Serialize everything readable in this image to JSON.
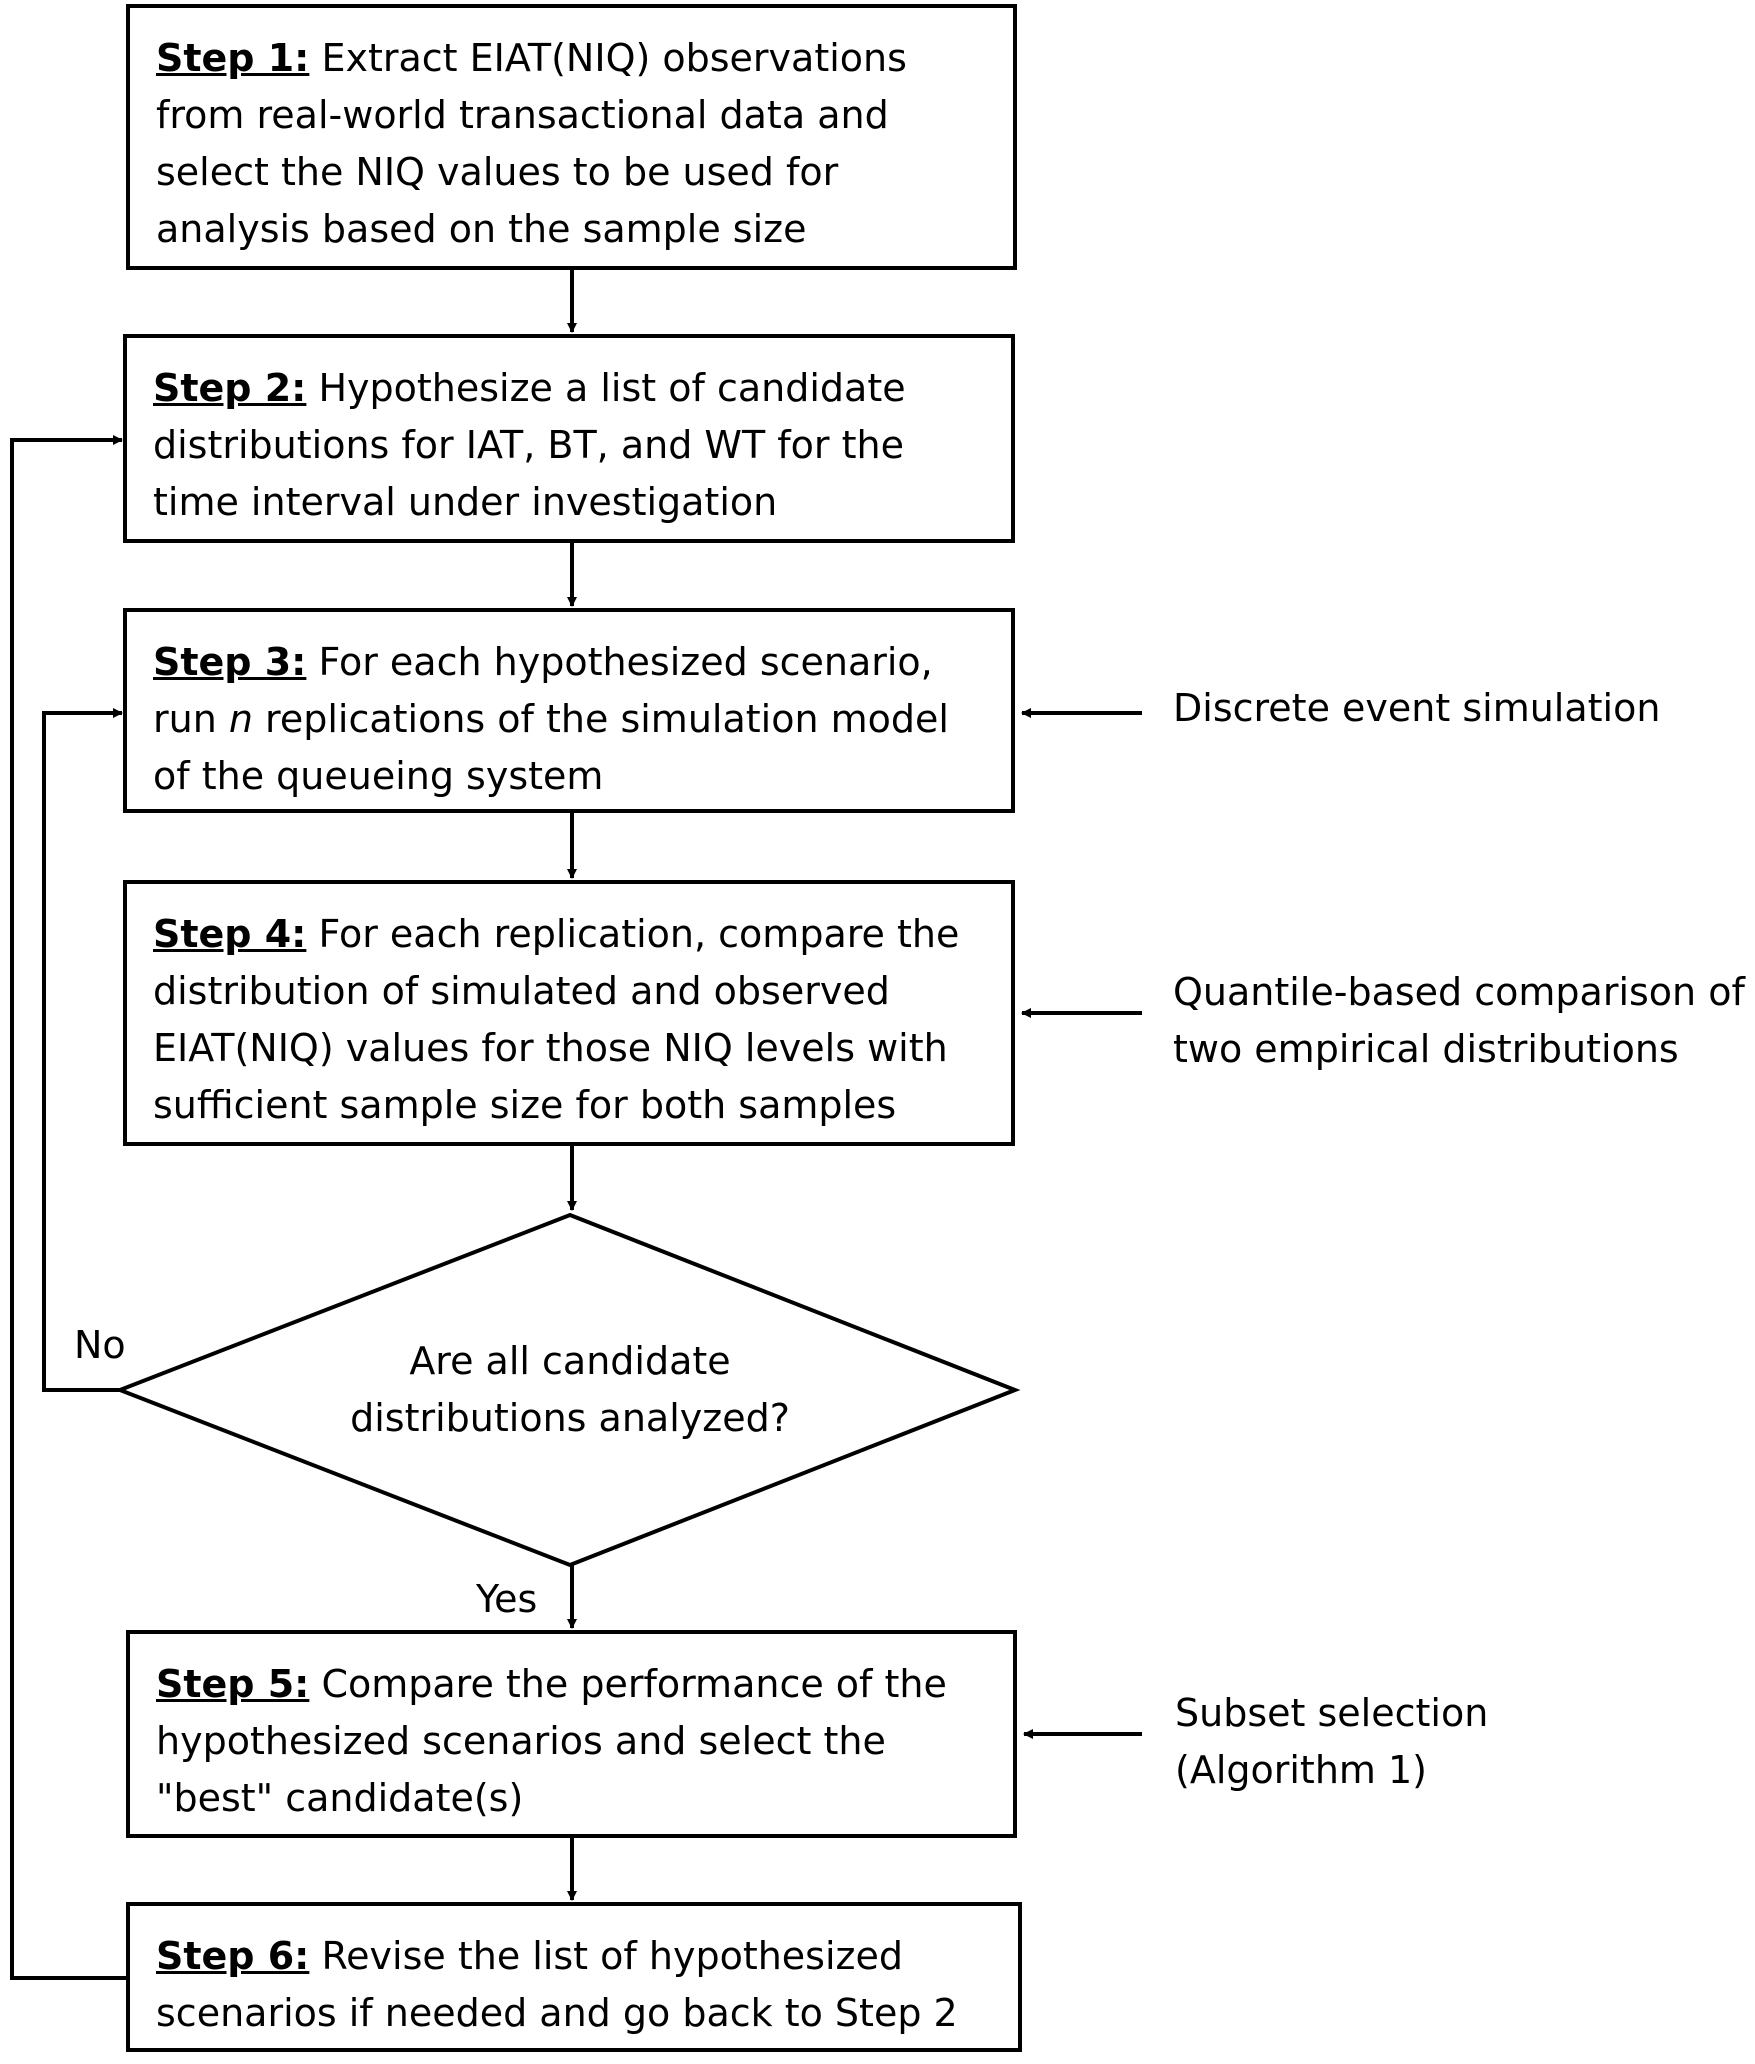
{
  "steps": [
    {
      "label": "Step 1:",
      "text": " Extract EIAT(NIQ) observations from real-world transactional data and select the NIQ values to be used for analysis based on the sample size"
    },
    {
      "label": "Step 2:",
      "text": " Hypothesize a list of candidate distributions for IAT, BT, and WT for the time interval under investigation"
    },
    {
      "label": "Step 3:",
      "text_before": " For each hypothesized scenario, run ",
      "text_italic": "n",
      "text_after": " replications of the simulation model of the queueing system"
    },
    {
      "label": "Step 4:",
      "text": " For each replication, compare the distribution of simulated and observed EIAT(NIQ) values for those NIQ levels with sufficient sample size for both samples"
    },
    {
      "label": "Step 5:",
      "text": " Compare the performance of the hypothesized scenarios and select the \"best\" candidate(s)"
    },
    {
      "label": "Step 6:",
      "text": " Revise the list of hypothesized scenarios if needed and go back to Step 2"
    }
  ],
  "decision": {
    "line1": "Are all candidate",
    "line2": "distributions analyzed?",
    "no_label": "No",
    "yes_label": "Yes"
  },
  "side_notes": {
    "step3": "Discrete event simulation",
    "step4_line1": "Quantile-based comparison of",
    "step4_line2": "two empirical distributions",
    "step5_line1": "Subset selection",
    "step5_line2": "(Algorithm 1)"
  }
}
